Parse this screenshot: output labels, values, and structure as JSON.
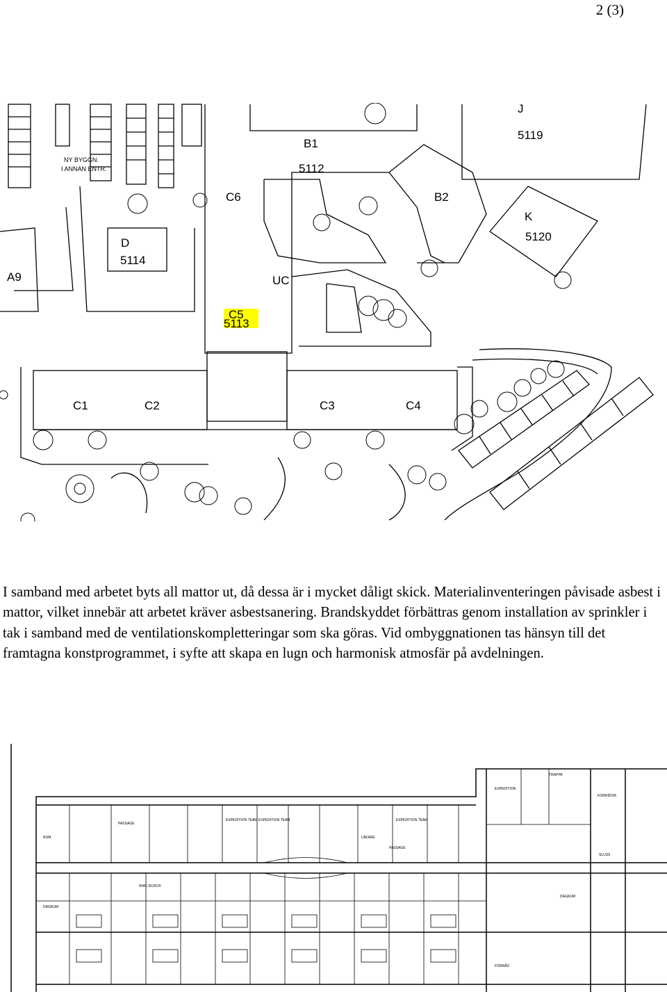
{
  "page": {
    "number": "2 (3)"
  },
  "site_map": {
    "labels": {
      "j": "J",
      "n5119": "5119",
      "b1": "B1",
      "n5112": "5112",
      "ny_bygg_1": "NY BYGGN.",
      "ny_bygg_2": "I ANNAN ENTR.",
      "c6": "C6",
      "b2": "B2",
      "k": "K",
      "n5120": "5120",
      "d": "D",
      "n5114": "5114",
      "a9": "A9",
      "uc": "UC",
      "c5": "C5",
      "n5113": "5113",
      "c1": "C1",
      "c2": "C2",
      "c3": "C3",
      "c4": "C4"
    },
    "highlight_color": "#ffff00"
  },
  "body": {
    "paragraph": "I samband med arbetet byts all mattor ut, då dessa är i mycket dåligt skick. Materialinventeringen påvisade asbest i mattor, vilket innebär att arbetet kräver asbestsanering. Brandskyddet förbättras genom installation av sprinkler i tak i samband med de ventilationskompletteringar som ska göras. Vid ombyggnationen tas hänsyn till det framtagna konstprogrammet, i syfte att skapa en lugn och harmonisk atmosfär på avdelningen."
  },
  "floor_plan": {
    "rooms": [
      {
        "id": "r1",
        "label": "RUM"
      },
      {
        "id": "r2",
        "label": "PASSAGE"
      },
      {
        "id": "r3",
        "label": "EXPEDITION TEAM"
      },
      {
        "id": "r4",
        "label": "EXPEDITION TEAM"
      },
      {
        "id": "r5",
        "label": "EXPEDITION TEAM"
      },
      {
        "id": "r6",
        "label": "LÄKARE"
      },
      {
        "id": "r7",
        "label": "PASSAGE"
      },
      {
        "id": "r8",
        "label": "EXPEDITION"
      },
      {
        "id": "r9",
        "label": "TRAPPA"
      },
      {
        "id": "r10",
        "label": "DAGRUM"
      },
      {
        "id": "r11",
        "label": "KORRIDOR"
      },
      {
        "id": "r12",
        "label": "RWC-DUSCH"
      },
      {
        "id": "r13",
        "label": "DAGRUM"
      },
      {
        "id": "r14",
        "label": "FÖRRÅD"
      },
      {
        "id": "r15",
        "label": "SLUSS"
      }
    ]
  }
}
